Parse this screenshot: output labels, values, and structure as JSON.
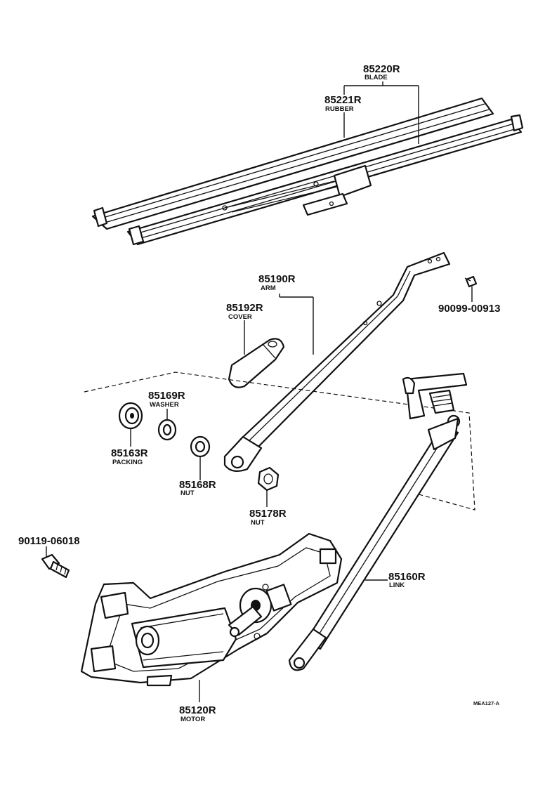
{
  "diagram": {
    "code": "MEA127-A",
    "parts": [
      {
        "number": "85220R",
        "name": "BLADE"
      },
      {
        "number": "85221R",
        "name": "RUBBER"
      },
      {
        "number": "85190R",
        "name": "ARM"
      },
      {
        "number": "85192R",
        "name": "COVER"
      },
      {
        "number": "90099-00913",
        "name": ""
      },
      {
        "number": "85169R",
        "name": "WASHER"
      },
      {
        "number": "85163R",
        "name": "PACKING"
      },
      {
        "number": "85168R",
        "name": "NUT"
      },
      {
        "number": "85178R",
        "name": "NUT"
      },
      {
        "number": "90119-06018",
        "name": ""
      },
      {
        "number": "85160R",
        "name": "LINK"
      },
      {
        "number": "85120R",
        "name": "MOTOR"
      }
    ]
  }
}
